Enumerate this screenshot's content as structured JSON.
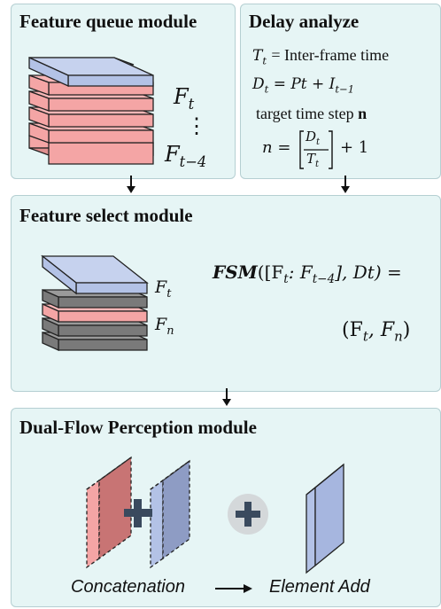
{
  "panels": {
    "queue": {
      "title": "Feature queue module",
      "top_label": "F",
      "top_sub": "t",
      "dots": "⋮",
      "bottom_label": "F",
      "bottom_sub": "t−4"
    },
    "delay": {
      "title": "Delay analyze",
      "line1_var": "T",
      "line1_sub": "t",
      "line1_rest": "= Inter-frame time",
      "line2_var": "D",
      "line2_sub": "t",
      "line2_rest": "= Pt + I",
      "line2_rest_sub": "t−1",
      "line3_text": "target time step",
      "line3_bold": "n",
      "line4_lhs": "n =",
      "line4_num": "D",
      "line4_num_sub": "t",
      "line4_den": "T",
      "line4_den_sub": "t",
      "line4_rhs": "+ 1"
    },
    "select": {
      "title": "Feature select module",
      "label_top": "F",
      "label_top_sub": "t",
      "label_mid": "F",
      "label_mid_sub": "n",
      "fsm_name": "FSM",
      "fsm_args_a": "([F",
      "fsm_args_a_sub": "t",
      "fsm_args_b": ": F",
      "fsm_args_b_sub": "t−4",
      "fsm_args_c": "], Dt)  =",
      "result_a": "(F",
      "result_a_sub": "t",
      "result_b": ", F",
      "result_b_sub": "n",
      "result_c": ")"
    },
    "dual": {
      "title": "Dual-Flow Perception module",
      "caption_left": "Concatenation",
      "caption_right": "Element Add"
    }
  },
  "colors": {
    "panel_bg": "#e6f5f5",
    "blue_layer": "#b3c2e6",
    "red_layer": "#f4a5a5",
    "gray_layer": "#7a7a7a",
    "red_dark": "#c87474",
    "blue_dark": "#8e9cc4"
  }
}
